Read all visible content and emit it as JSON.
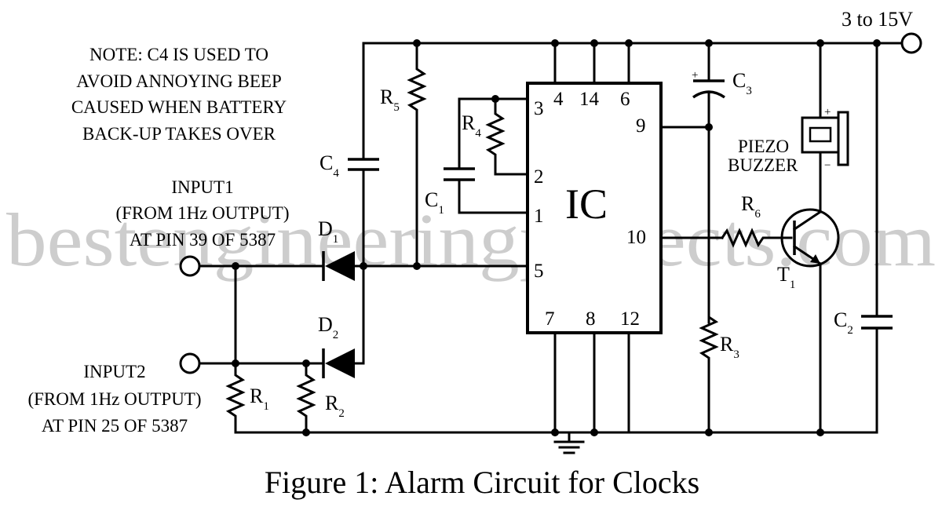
{
  "supply_label": "3 to 15V",
  "note_lines": [
    "NOTE: C4 IS USED TO",
    "AVOID ANNOYING BEEP",
    "CAUSED WHEN BATTERY",
    "BACK-UP TAKES OVER"
  ],
  "input1_lines": [
    "INPUT1",
    "(FROM 1Hz OUTPUT)",
    "AT PIN 39 OF 5387"
  ],
  "input2_lines": [
    "INPUT2",
    "(FROM 1Hz OUTPUT)",
    "AT PIN 25 OF 5387"
  ],
  "ic_label": "IC",
  "ic_pins": {
    "p1": "1",
    "p2": "2",
    "p3": "3",
    "p4": "4",
    "p5": "5",
    "p6": "6",
    "p7": "7",
    "p8": "8",
    "p9": "9",
    "p10": "10",
    "p12": "12",
    "p14": "14"
  },
  "components": {
    "r1": {
      "letter": "R",
      "sub": "1"
    },
    "r2": {
      "letter": "R",
      "sub": "2"
    },
    "r3": {
      "letter": "R",
      "sub": "3"
    },
    "r4": {
      "letter": "R",
      "sub": "4"
    },
    "r5": {
      "letter": "R",
      "sub": "5"
    },
    "r6": {
      "letter": "R",
      "sub": "6"
    },
    "c1": {
      "letter": "C",
      "sub": "1"
    },
    "c2": {
      "letter": "C",
      "sub": "2"
    },
    "c3": {
      "letter": "C",
      "sub": "3"
    },
    "c4": {
      "letter": "C",
      "sub": "4"
    },
    "d1": {
      "letter": "D",
      "sub": "1"
    },
    "d2": {
      "letter": "D",
      "sub": "2"
    },
    "t1": {
      "letter": "T",
      "sub": "1"
    }
  },
  "polarity": {
    "plus": "+",
    "minus": "−"
  },
  "buzzer_lines": [
    "PIEZO",
    "BUZZER"
  ],
  "watermark": "bestengineeringprojects.com",
  "caption": "Figure 1: Alarm Circuit for Clocks"
}
